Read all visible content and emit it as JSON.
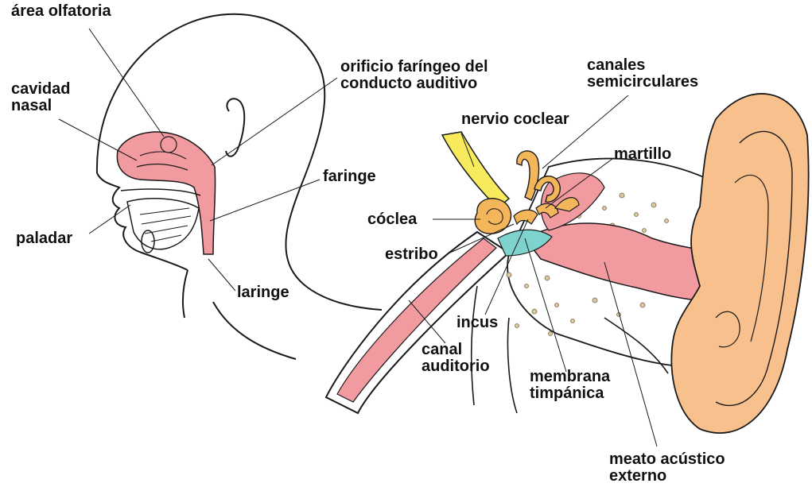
{
  "labels": {
    "area_olfatoria": "área olfatoria",
    "cavidad_nasal": "cavidad\nnasal",
    "paladar": "paladar",
    "orificio": "orificio faríngeo del\nconducto auditivo",
    "faringe": "faringe",
    "laringe": "laringe",
    "nervio_coclear": "nervio coclear",
    "canales": "canales\nsemicirculares",
    "martillo": "martillo",
    "coclea": "cóclea",
    "estribo": "estribo",
    "incus": "incus",
    "canal_auditorio": "canal\nauditorio",
    "membrana": "membrana\ntimpánica",
    "meato": "meato acústico\nexterno"
  },
  "colors": {
    "mucosa_pink": "#f19aa0",
    "ossicle_orange": "#f4b65a",
    "nerve_yellow": "#f7ea5c",
    "pinna_skin": "#f7c08d",
    "eardrum_teal": "#7fd3cf",
    "outline": "#1a1a1a"
  }
}
